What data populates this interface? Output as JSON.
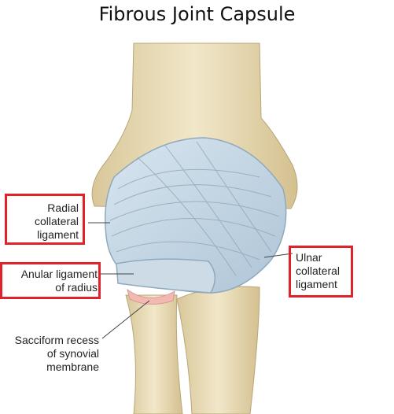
{
  "title": "Fibrous Joint Capsule",
  "labels": {
    "radial_collateral": [
      "Radial",
      "collateral",
      "ligament"
    ],
    "anular": [
      "Anular ligament",
      "of radius"
    ],
    "ulnar_collateral": [
      "Ulnar",
      "collateral",
      "ligament"
    ],
    "sacciform": [
      "Sacciform recess",
      "of synovial",
      "membrane"
    ]
  },
  "colors": {
    "bone": "#e9dcb8",
    "ligament": "#c7d8e6",
    "highlight_box": "#e0232b",
    "synovial": "#f2b9b3"
  }
}
